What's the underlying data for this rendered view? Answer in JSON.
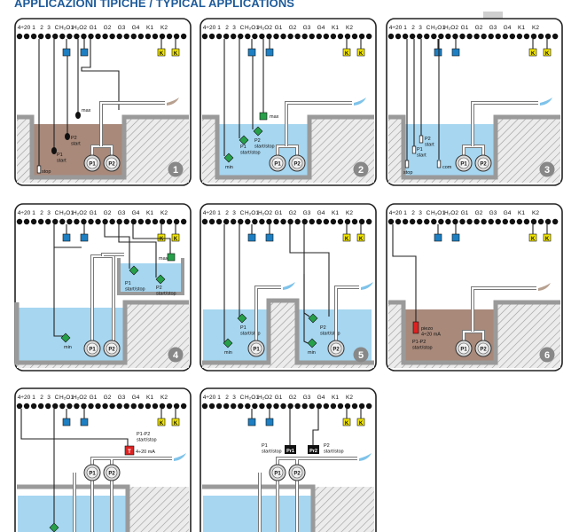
{
  "header": {
    "title": "APPLICAZIONI TIPICHE / TYPICAL APPLICATIONS"
  },
  "terminals": [
    "4÷20",
    "1",
    "2",
    "3",
    "C",
    "H₂O1",
    "H₂O2",
    "G1",
    "G2",
    "G3",
    "G4",
    "K1",
    "K2"
  ],
  "relay_label": "K",
  "panels": [
    {
      "number": "1",
      "labels": {
        "stop": "stop",
        "p1start": "P1\nstart",
        "p2start": "P2\nstart",
        "max": "max",
        "pump1": "P1",
        "pump2": "P2"
      }
    },
    {
      "number": "2",
      "labels": {
        "min": "min",
        "p1": "P1\nstart/stop",
        "p2": "P2\nstart/stop",
        "max": "max",
        "pump1": "P1",
        "pump2": "P2"
      }
    },
    {
      "number": "3",
      "labels": {
        "stop": "stop",
        "p1start": "P1\nstart",
        "p2start": "P2\nstart",
        "com": "com",
        "pump1": "P1",
        "pump2": "P2"
      }
    },
    {
      "number": "4",
      "labels": {
        "min": "min",
        "p1": "P1\nstart/stop",
        "p2": "P2\nstart/stop",
        "max": "max",
        "pump1": "P1",
        "pump2": "P2"
      }
    },
    {
      "number": "5",
      "labels": {
        "min": "min",
        "p1": "P1\nstart/stop",
        "p2": "P2\nstart/stop",
        "pump1": "P1",
        "pump2": "P2"
      }
    },
    {
      "number": "6",
      "labels": {
        "piezo": "piezo\n4÷20 mA",
        "p1p2": "P1-P2\nstart/stop",
        "pump1": "P1",
        "pump2": "P2"
      }
    },
    {
      "number": "",
      "labels": {
        "p1p2": "P1-P2\nstart/stop",
        "transducer": "T",
        "ma": "4÷20 mA",
        "pump1": "P1",
        "pump2": "P2"
      }
    },
    {
      "number": "",
      "labels": {
        "p1": "P1\nstart/stop",
        "p2": "P2\nstart/stop",
        "pr1": "Pr1",
        "pr2": "Pr2",
        "pump1": "P1",
        "pump2": "P2"
      }
    }
  ],
  "colors": {
    "water": "#a6d6f0",
    "sludge": "#a8897a",
    "wall": "#9a9a9a",
    "hatch": "#cccccc",
    "blue_box": "#1e7fc2",
    "yellow_box": "#f2e600",
    "green_float": "#27a04a",
    "red_sensor": "#dd2222",
    "title": "#1d5a99"
  }
}
